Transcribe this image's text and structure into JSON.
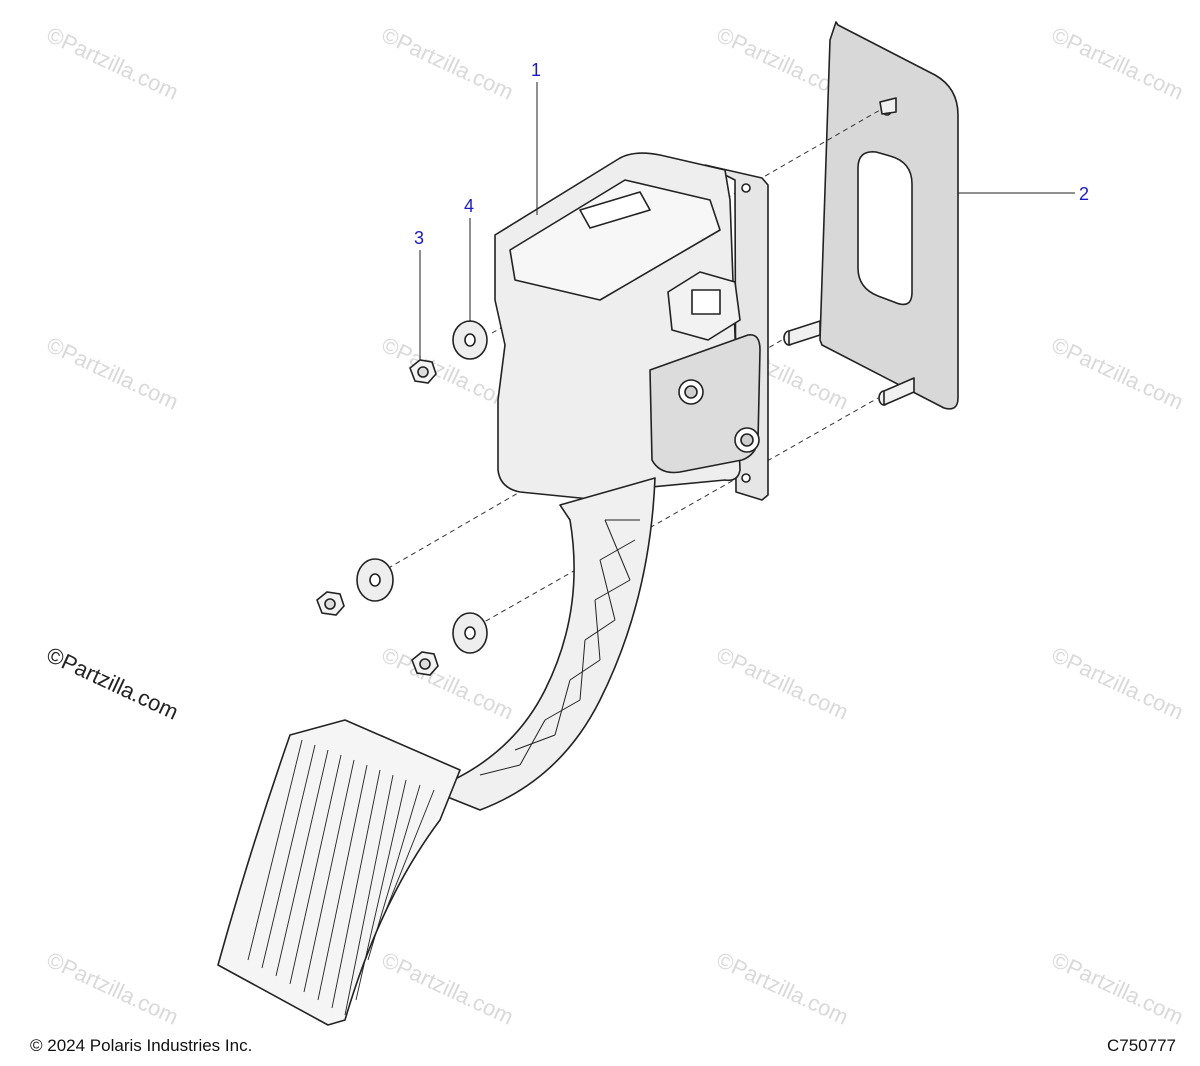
{
  "watermark": {
    "text": "©Partzilla.com"
  },
  "callouts": [
    {
      "label": "1",
      "part": "pedal-assembly"
    },
    {
      "label": "2",
      "part": "mounting-plate"
    },
    {
      "label": "3",
      "part": "nut"
    },
    {
      "label": "4",
      "part": "washer"
    }
  ],
  "footer": {
    "copyright": "© 2024 Polaris Industries Inc.",
    "code": "C750777"
  },
  "colors": {
    "callout": "#1a1acc",
    "line": "#222222",
    "part_fill": "#eeeeee",
    "plate_fill": "#d8d8d8"
  }
}
